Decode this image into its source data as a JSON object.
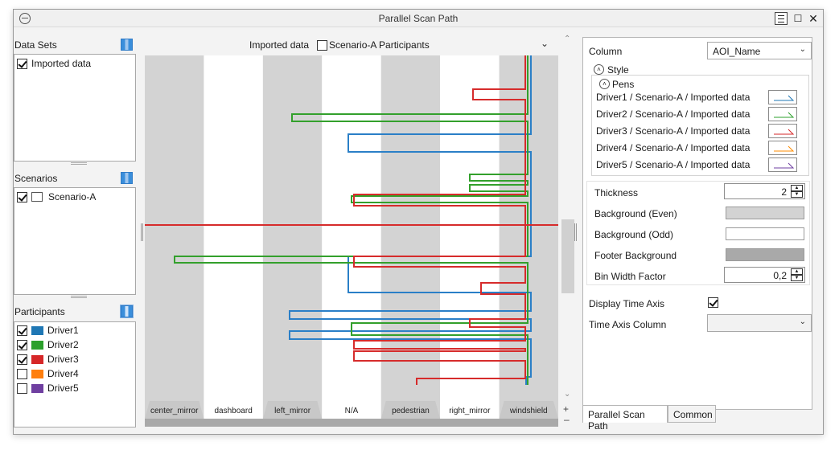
{
  "window": {
    "title": "Parallel Scan Path"
  },
  "datasets": {
    "label": "Data Sets",
    "items": [
      {
        "label": "Imported data",
        "checked": true
      }
    ]
  },
  "scenarios": {
    "label": "Scenarios",
    "items": [
      {
        "label": "Scenario-A",
        "checked": true
      }
    ]
  },
  "participants": {
    "label": "Participants",
    "items": [
      {
        "label": "Driver1",
        "checked": true,
        "color": "#1f77b4"
      },
      {
        "label": "Driver2",
        "checked": true,
        "color": "#2ca02c"
      },
      {
        "label": "Driver3",
        "checked": true,
        "color": "#d62728"
      },
      {
        "label": "Driver4",
        "checked": false,
        "color": "#ff7f0e"
      },
      {
        "label": "Driver5",
        "checked": false,
        "color": "#6f3fa0"
      }
    ]
  },
  "chart": {
    "title_left": "Imported data",
    "title_right": "Scenario-A Participants",
    "lanes": [
      "center_mirror",
      "dashboard",
      "left_mirror",
      "N/A",
      "pedestrian",
      "right_mirror",
      "windshield"
    ],
    "background_even": "#d3d3d3",
    "background_odd": "#ffffff",
    "footer_background": "#a9a9a9"
  },
  "settings": {
    "column_label": "Column",
    "column_value": "AOI_Name",
    "style_label": "Style",
    "pens_label": "Pens",
    "pens": [
      {
        "label": "Driver1 / Scenario-A / Imported data",
        "color": "#1f77b4"
      },
      {
        "label": "Driver2 / Scenario-A / Imported data",
        "color": "#2ca02c"
      },
      {
        "label": "Driver3 / Scenario-A / Imported data",
        "color": "#d62728"
      },
      {
        "label": "Driver4 / Scenario-A / Imported data",
        "color": "#ff8c00"
      },
      {
        "label": "Driver5 / Scenario-A / Imported data",
        "color": "#6f3fa0"
      }
    ],
    "thickness_label": "Thickness",
    "thickness_value": "2",
    "bg_even_label": "Background (Even)",
    "bg_odd_label": "Background (Odd)",
    "footer_bg_label": "Footer Background",
    "bin_width_label": "Bin Width Factor",
    "bin_width_value": "0,2",
    "display_time_axis_label": "Display Time Axis",
    "display_time_axis_checked": true,
    "time_axis_column_label": "Time Axis Column",
    "time_axis_column_value": ""
  },
  "tabs": [
    {
      "label": "Parallel Scan Path",
      "active": true
    },
    {
      "label": "Common",
      "active": false
    }
  ]
}
